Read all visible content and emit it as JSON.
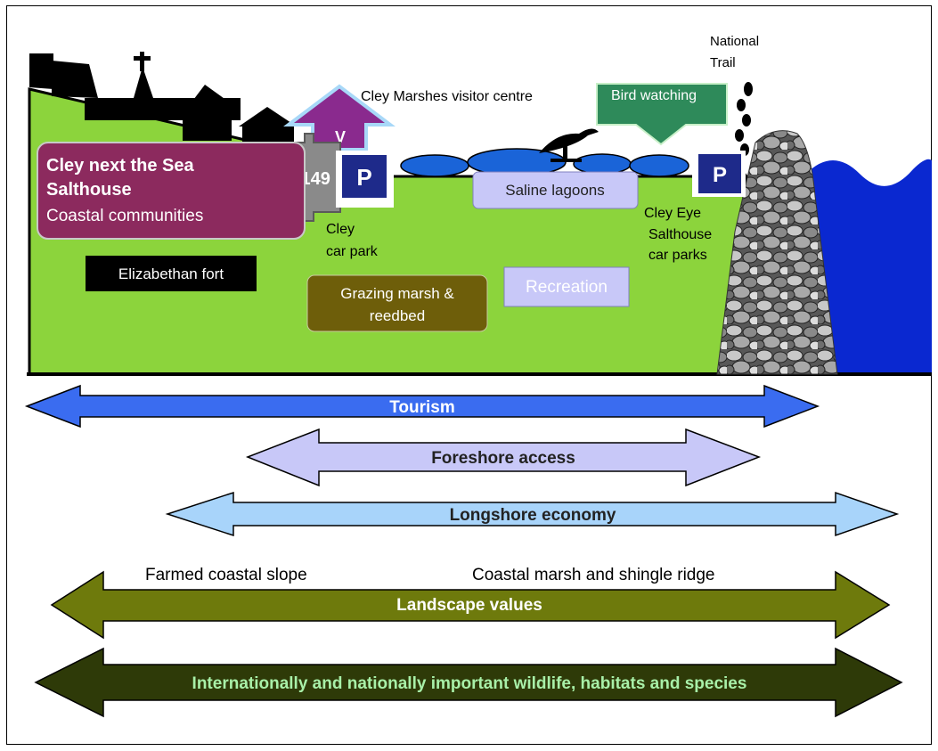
{
  "landscape": {
    "national_trail": [
      "National",
      "Trail"
    ],
    "visitor_centre": "Cley Marshes visitor centre",
    "visitor_marker": "V",
    "bird_watching": "Bird watching",
    "communities": [
      "Cley next the Sea",
      "Salthouse",
      "Coastal communities"
    ],
    "road": "A149",
    "parking_symbol": "P",
    "cley_car_park": [
      "Cley",
      "car park"
    ],
    "saline_lagoons": "Saline lagoons",
    "cley_eye_car_parks": [
      "Cley Eye",
      "Salthouse",
      "car parks"
    ],
    "fort": "Elizabethan fort",
    "grazing_marsh": [
      "Grazing marsh &",
      "reedbed"
    ],
    "recreation": "Recreation"
  },
  "bands": {
    "tourism": "Tourism",
    "foreshore_access": "Foreshore access",
    "longshore_economy": "Longshore economy",
    "farmed_slope": "Farmed coastal slope",
    "marsh_ridge": "Coastal marsh and shingle ridge",
    "landscape_values": "Landscape values",
    "wildlife": "Internationally and nationally important wildlife, habitats and species"
  },
  "colors": {
    "land": "#8cd43c",
    "sea": "#0a28d0",
    "community": "#8c2a5e",
    "bird_box": "#2e8a5a",
    "parking": "#1e2a8a",
    "lagoon": "#1a64d8",
    "tourism": "#3a6cf0",
    "foreshore": "#c8c8f8",
    "longshore": "#a8d4fa",
    "landscape": "#6e7a0c",
    "wildlife": "#2e3a08"
  }
}
